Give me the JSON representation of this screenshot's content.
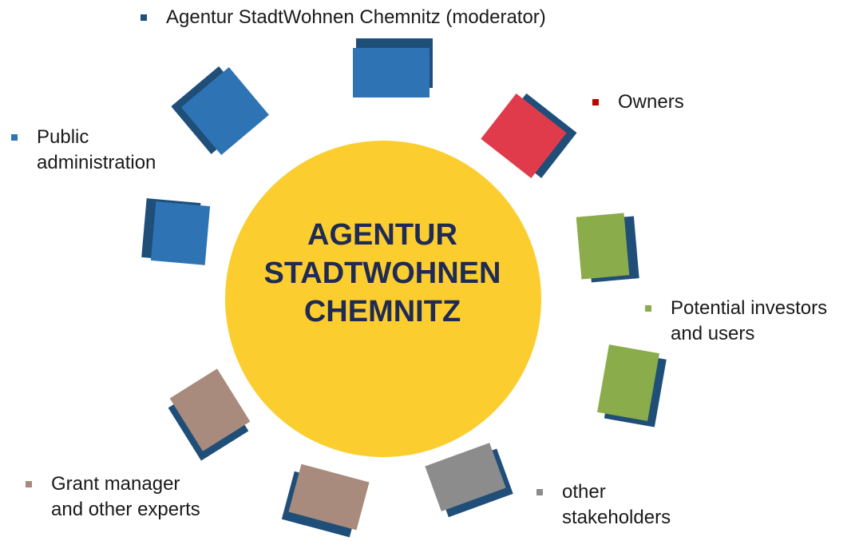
{
  "colors": {
    "circle": "#fbcd2e",
    "blue": "#2e74b5",
    "blue_side": "#1f4e79",
    "red": "#e03b4b",
    "green": "#8aac4a",
    "brown": "#a88b7c",
    "gray": "#8c8c8c",
    "title": "#1f2a55"
  },
  "center": {
    "lines": [
      "AGENTUR",
      "STADTWOHNEN",
      "CHEMNITZ"
    ]
  },
  "legend": {
    "moderator": {
      "label": "Agentur StadtWohnen Chemnitz (moderator)",
      "color": "#1f4e79"
    },
    "owners": {
      "label": "Owners",
      "color": "#c00000"
    },
    "public": {
      "label": "Public\nadministration",
      "color": "#2e74b5"
    },
    "investors": {
      "label": "Potential investors\nand users",
      "color": "#8aac4a"
    },
    "grant": {
      "label": "Grant manager\nand other experts",
      "color": "#a88b7c"
    },
    "other": {
      "label": "other\nstakeholders",
      "color": "#8c8c8c"
    }
  },
  "chairs": [
    {
      "group": "moderator",
      "color_key": "blue"
    },
    {
      "group": "public",
      "color_key": "blue"
    },
    {
      "group": "owners",
      "color_key": "red"
    },
    {
      "group": "public",
      "color_key": "blue"
    },
    {
      "group": "investors",
      "color_key": "green"
    },
    {
      "group": "investors",
      "color_key": "green"
    },
    {
      "group": "grant",
      "color_key": "brown"
    },
    {
      "group": "other",
      "color_key": "gray"
    },
    {
      "group": "grant",
      "color_key": "brown"
    }
  ]
}
